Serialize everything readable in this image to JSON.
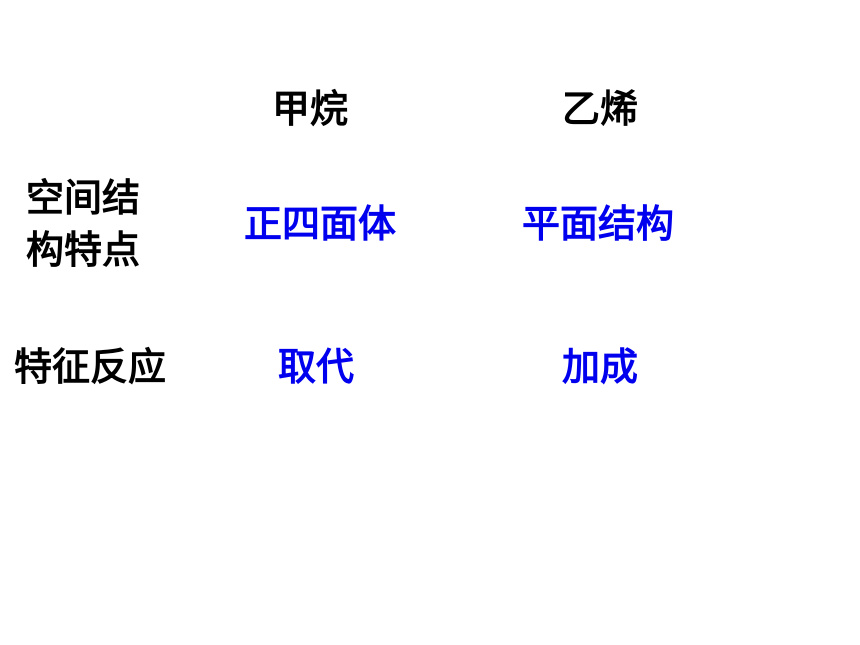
{
  "table": {
    "columns": [
      "甲烷",
      "乙烯"
    ],
    "rows": [
      {
        "label_line1": "空间结",
        "label_line2": "构特点",
        "values": [
          "正四面体",
          "平面结构"
        ]
      },
      {
        "label": "特征反应",
        "values": [
          "取代",
          "加成"
        ]
      }
    ]
  },
  "colors": {
    "header_text": "#000000",
    "value_text": "#0000ee",
    "background": "#ffffff"
  }
}
